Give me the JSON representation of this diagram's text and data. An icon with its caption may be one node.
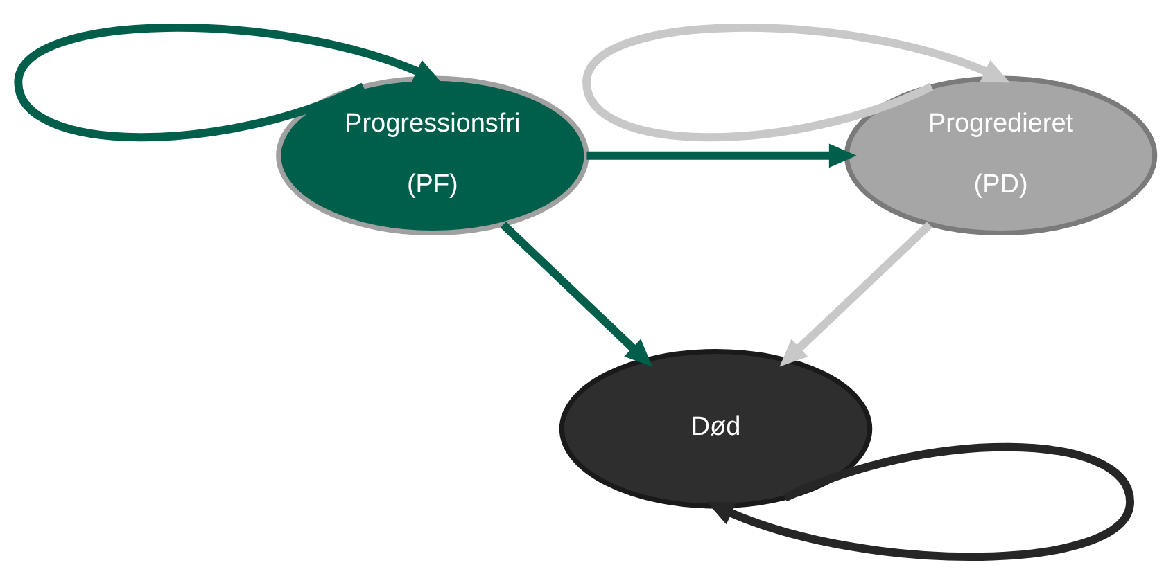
{
  "diagram": {
    "nodes": [
      {
        "text": [
          "Progressionsfri",
          "(PF)"
        ]
      },
      {
        "text": [
          "Progredieret",
          "(PD)"
        ]
      },
      {
        "text": [
          "Død"
        ]
      }
    ],
    "edges": [
      {
        "from": 0,
        "to": 0,
        "arrow": "to"
      },
      {
        "from": 0,
        "to": 1,
        "arrow": "to"
      },
      {
        "from": 0,
        "to": 2,
        "arrow": "to"
      },
      {
        "from": 1,
        "to": 1,
        "arrow": "to",
        "color": "#c8c8c8"
      },
      {
        "from": 1,
        "to": 2,
        "arrow": "to",
        "color": "#c8c8c8"
      },
      {
        "from": 2,
        "to": 2,
        "arrow": "to",
        "color": "#262626"
      }
    ]
  }
}
